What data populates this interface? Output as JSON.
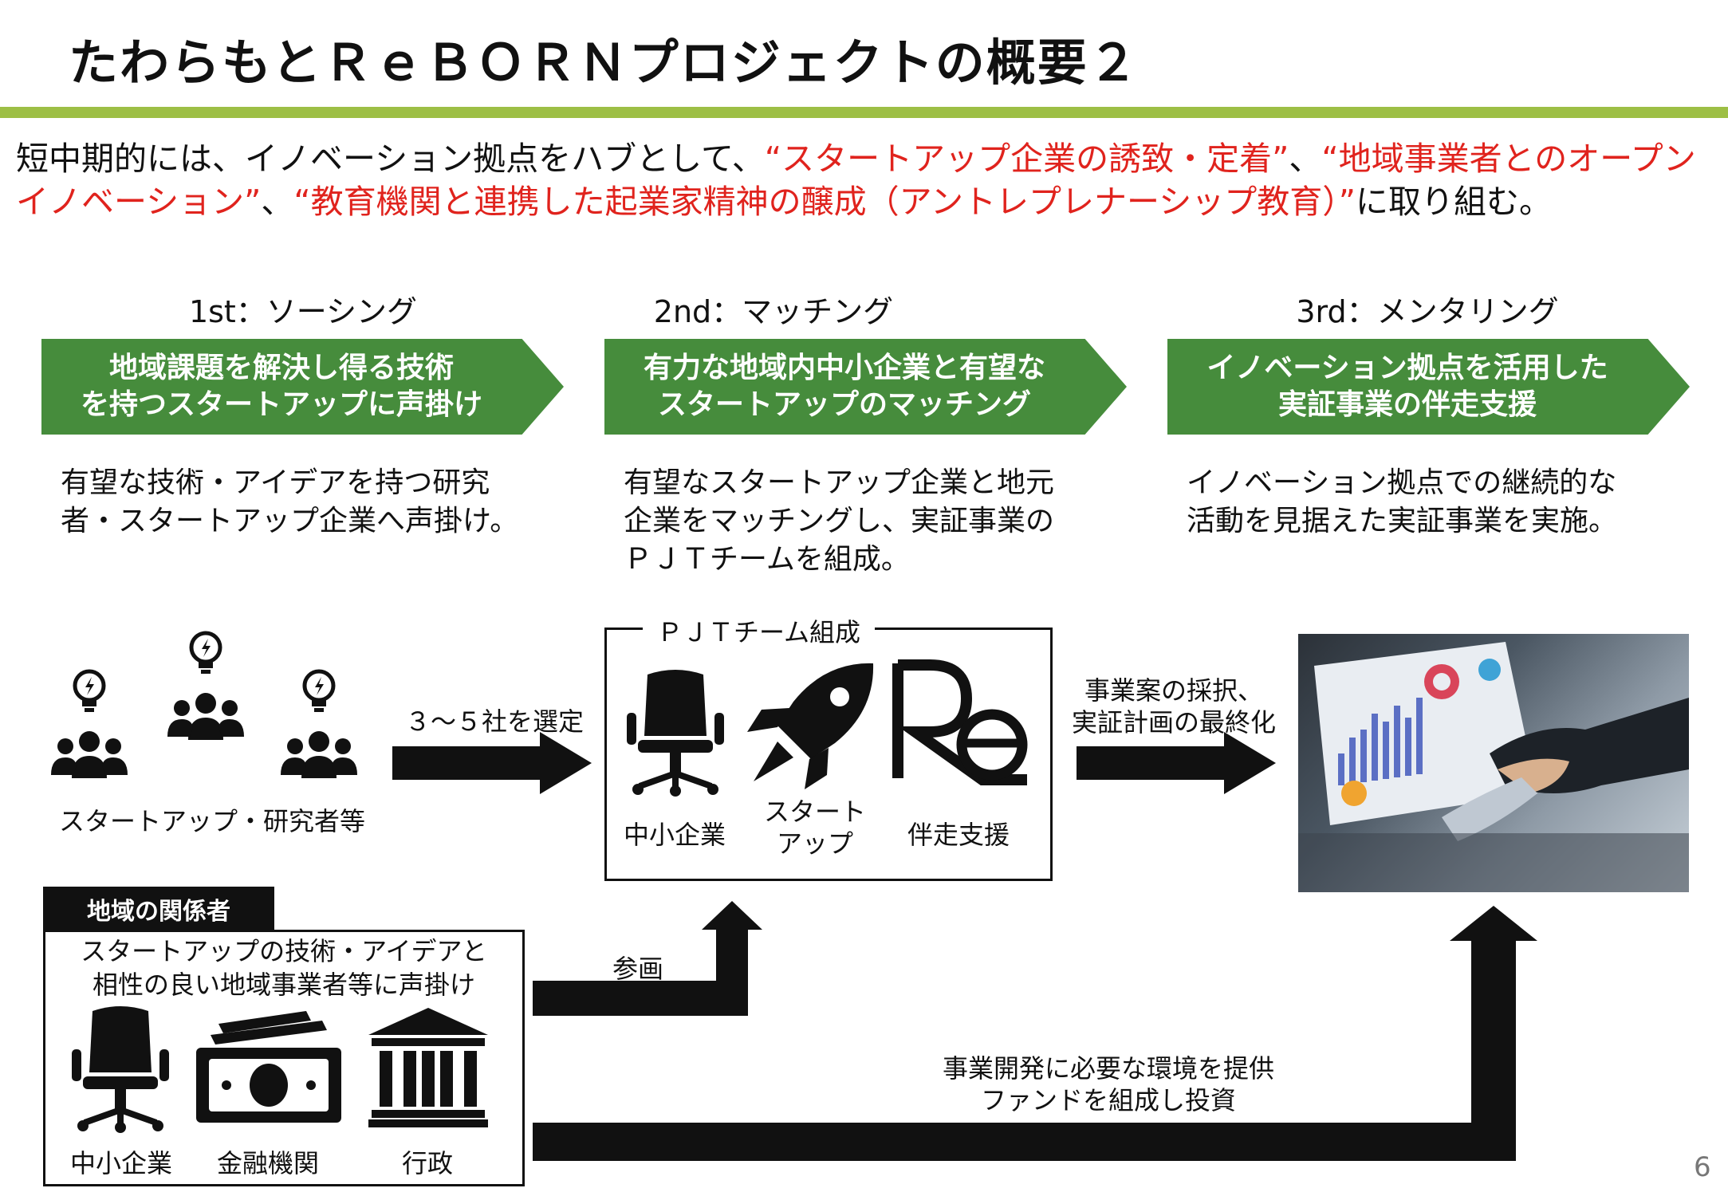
{
  "title": "たわらもとＲｅＢＯＲＮプロジェクトの概要２",
  "intro": {
    "t1": "短中期的には、イノベーション拠点をハブとして、",
    "r1": "“スタートアップ企業の誘致・定着”",
    "t2": "、",
    "r2": "“地域事業者とのオープンイノベーション”",
    "t3": "、",
    "r3": "“教育機関と連携した起業家精神の醸成（アントレプレナーシップ教育）”",
    "t4": "に取り組む。"
  },
  "phases": [
    {
      "label": "1st：ソーシング",
      "banner_l1": "地域課題を解決し得る技術",
      "banner_l2": "を持つスタートアップに声掛け",
      "desc_l1": "有望な技術・アイデアを持つ研究",
      "desc_l2": "者・スタートアップ企業へ声掛け。",
      "desc_l3": ""
    },
    {
      "label": "2nd：マッチング",
      "banner_l1": "有力な地域内中小企業と有望な",
      "banner_l2": "スタートアップのマッチング",
      "desc_l1": "有望なスタートアップ企業と地元",
      "desc_l2": "企業をマッチングし、実証事業の",
      "desc_l3": "ＰＪＴチームを組成。"
    },
    {
      "label": "3rd：メンタリング",
      "banner_l1": "イノベーション拠点を活用した",
      "banner_l2": "実証事業の伴走支援",
      "desc_l1": "イノベーション拠点での継続的な",
      "desc_l2": "活動を見据えた実証事業を実施。",
      "desc_l3": ""
    }
  ],
  "startups_label": "スタートアップ・研究者等",
  "select_label": "３～５社を選定",
  "pjt": {
    "title": "ＰＪＴチーム組成",
    "sme": "中小企業",
    "startup_l1": "スタート",
    "startup_l2": "アップ",
    "support": "伴走支援",
    "re_logo": "Re"
  },
  "adopt": {
    "l1": "事業案の採択、",
    "l2": "実証計画の最終化"
  },
  "local": {
    "header": "地域の関係者",
    "desc_l1": "スタートアップの技術・アイデアと",
    "desc_l2": "相性の良い地域事業者等に声掛け",
    "sme": "中小企業",
    "finance": "金融機関",
    "gov": "行政"
  },
  "participate": "参画",
  "env": {
    "l1": "事業開発に必要な環境を提供",
    "l2": "ファンドを組成し投資"
  },
  "page_number": "6",
  "colors": {
    "accent_green": "#468c3c",
    "rule_green": "#9dbf45",
    "emphasis_red": "#e0231d"
  },
  "icons": [
    "lightbulb-icon",
    "people-group-icon",
    "office-chair-icon",
    "rocket-icon",
    "re-logo",
    "money-icon",
    "bank-icon",
    "arrow-right-icon",
    "arrow-up-icon"
  ]
}
